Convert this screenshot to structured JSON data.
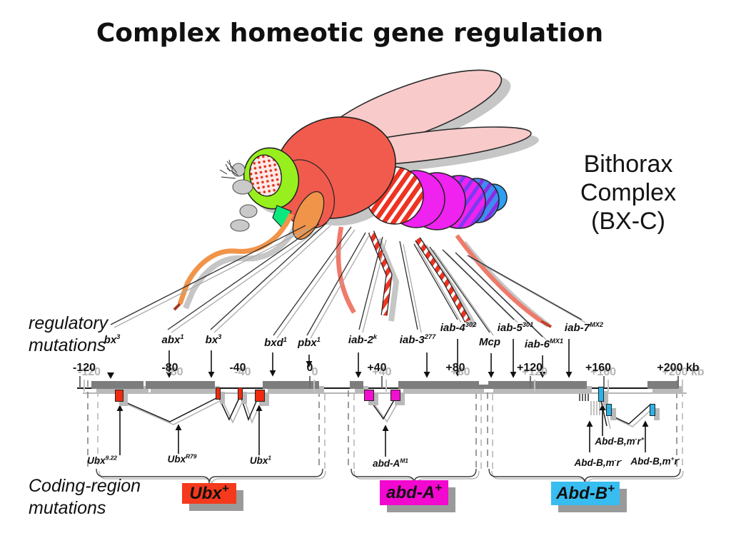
{
  "title": "Complex homeotic gene regulation",
  "complex_label": {
    "lines": [
      "Bithorax",
      "Complex",
      "(BX-C)"
    ]
  },
  "annotations": {
    "regulatory_line1": "regulatory",
    "regulatory_line2": "mutations",
    "coding_line1": "Coding-region",
    "coding_line2": "mutations"
  },
  "ruler": {
    "ticks": [
      "-120",
      "-80",
      "-40",
      "0",
      "+40",
      "+80",
      "+120",
      "+160",
      "+200 kb"
    ]
  },
  "regulatory_mutations": [
    {
      "base": "bx",
      "sup": "3"
    },
    {
      "base": "abx",
      "sup": "1"
    },
    {
      "base": "bx",
      "sup": "3"
    },
    {
      "base": "bxd",
      "sup": "1"
    },
    {
      "base": "pbx",
      "sup": "1"
    },
    {
      "base": "iab-2",
      "sup": "k"
    },
    {
      "base": "iab-3",
      "sup": "277"
    },
    {
      "base": "iab-4",
      "sup": "302"
    },
    {
      "base": "Mcp",
      "sup": ""
    },
    {
      "base": "iab-5",
      "sup": "301"
    },
    {
      "base": "iab-6",
      "sup": "MX1"
    },
    {
      "base": "iab-7",
      "sup": "MX2"
    }
  ],
  "coding_mutations": [
    {
      "base": "Ubx",
      "sup": "9.22"
    },
    {
      "base": "Ubx",
      "sup": "R79"
    },
    {
      "base": "Ubx",
      "sup": "1"
    },
    {
      "base": "abd-A",
      "sup": "M1"
    }
  ],
  "abdB_mutations": [
    {
      "base": "Abd-B,m",
      "sup1": "-",
      "mid": "r",
      "sup2": "+"
    },
    {
      "base": "Abd-B,m",
      "sup1": "-",
      "mid": "r",
      "sup2": "-"
    },
    {
      "base": "Abd-B,m",
      "sup1": "+",
      "mid": "r",
      "sup2": "-"
    }
  ],
  "genes": [
    {
      "base": "Ubx",
      "sup": "+",
      "color": "#f5391c"
    },
    {
      "base": "abd-A",
      "sup": "+",
      "color": "#f208ce"
    },
    {
      "base": "Abd-B",
      "sup": "+",
      "color": "#38bdf0"
    }
  ],
  "colors": {
    "regulatory_bar": "#7d7d7d",
    "drop_shadow": "#b9b9b9",
    "exon_red": "#f02a10",
    "exon_magenta": "#f110cd",
    "exon_cyan": "#2ab4e8",
    "wing_pink": "#f8caca",
    "thorax_salmon": "#f15b4d",
    "head_green": "#97f01d",
    "abdomen_magenta": "#ef22ef",
    "abdomen_blue": "#3f8cf0"
  }
}
